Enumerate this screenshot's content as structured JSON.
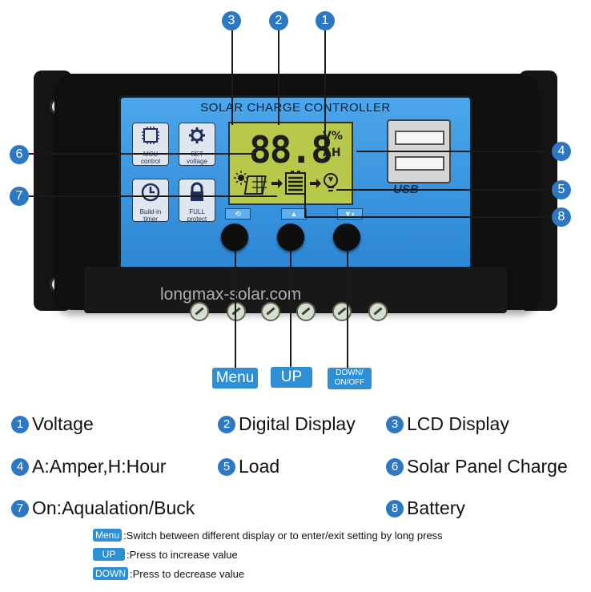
{
  "controller": {
    "title": "SOLAR CHARGE CONTROLLER",
    "display_value": "88.8",
    "unit_top": "V%",
    "unit_bottom": "AH",
    "usb_label": "USB",
    "watermark": "longmax-solar.com",
    "icons": [
      {
        "name": "mcu-icon",
        "label": "MCU\ncontrol"
      },
      {
        "name": "gear-icon",
        "label": "SET\nvoltage"
      },
      {
        "name": "clock-icon",
        "label": "Build-in\ntimer"
      },
      {
        "name": "lock-icon",
        "label": "FULL\nprotect"
      }
    ]
  },
  "callouts": [
    "1",
    "2",
    "3",
    "4",
    "5",
    "6",
    "7",
    "8"
  ],
  "button_tags": {
    "menu": "Menu",
    "up": "UP",
    "down": "DOWN/\nON/OFF"
  },
  "legend": [
    {
      "num": "1",
      "text": "Voltage"
    },
    {
      "num": "2",
      "text": "Digital Display"
    },
    {
      "num": "3",
      "text": "LCD Display"
    },
    {
      "num": "4",
      "text": "A:Amper,H:Hour"
    },
    {
      "num": "5",
      "text": "Load"
    },
    {
      "num": "6",
      "text": "Solar Panel Charge"
    },
    {
      "num": "7",
      "text": "On:Aqualation/Buck"
    },
    {
      "num": "8",
      "text": "Battery"
    }
  ],
  "notes": [
    {
      "tag": "Menu",
      "text": ":Switch between different display or to enter/exit setting by long press"
    },
    {
      "tag": "UP",
      "text": ":Press to increase value"
    },
    {
      "tag": "DOWN",
      "text": ":Press to decrease value"
    }
  ],
  "colors": {
    "accent": "#2d78c2",
    "panel": "#3a98e0",
    "lcd": "#b7c84a"
  }
}
